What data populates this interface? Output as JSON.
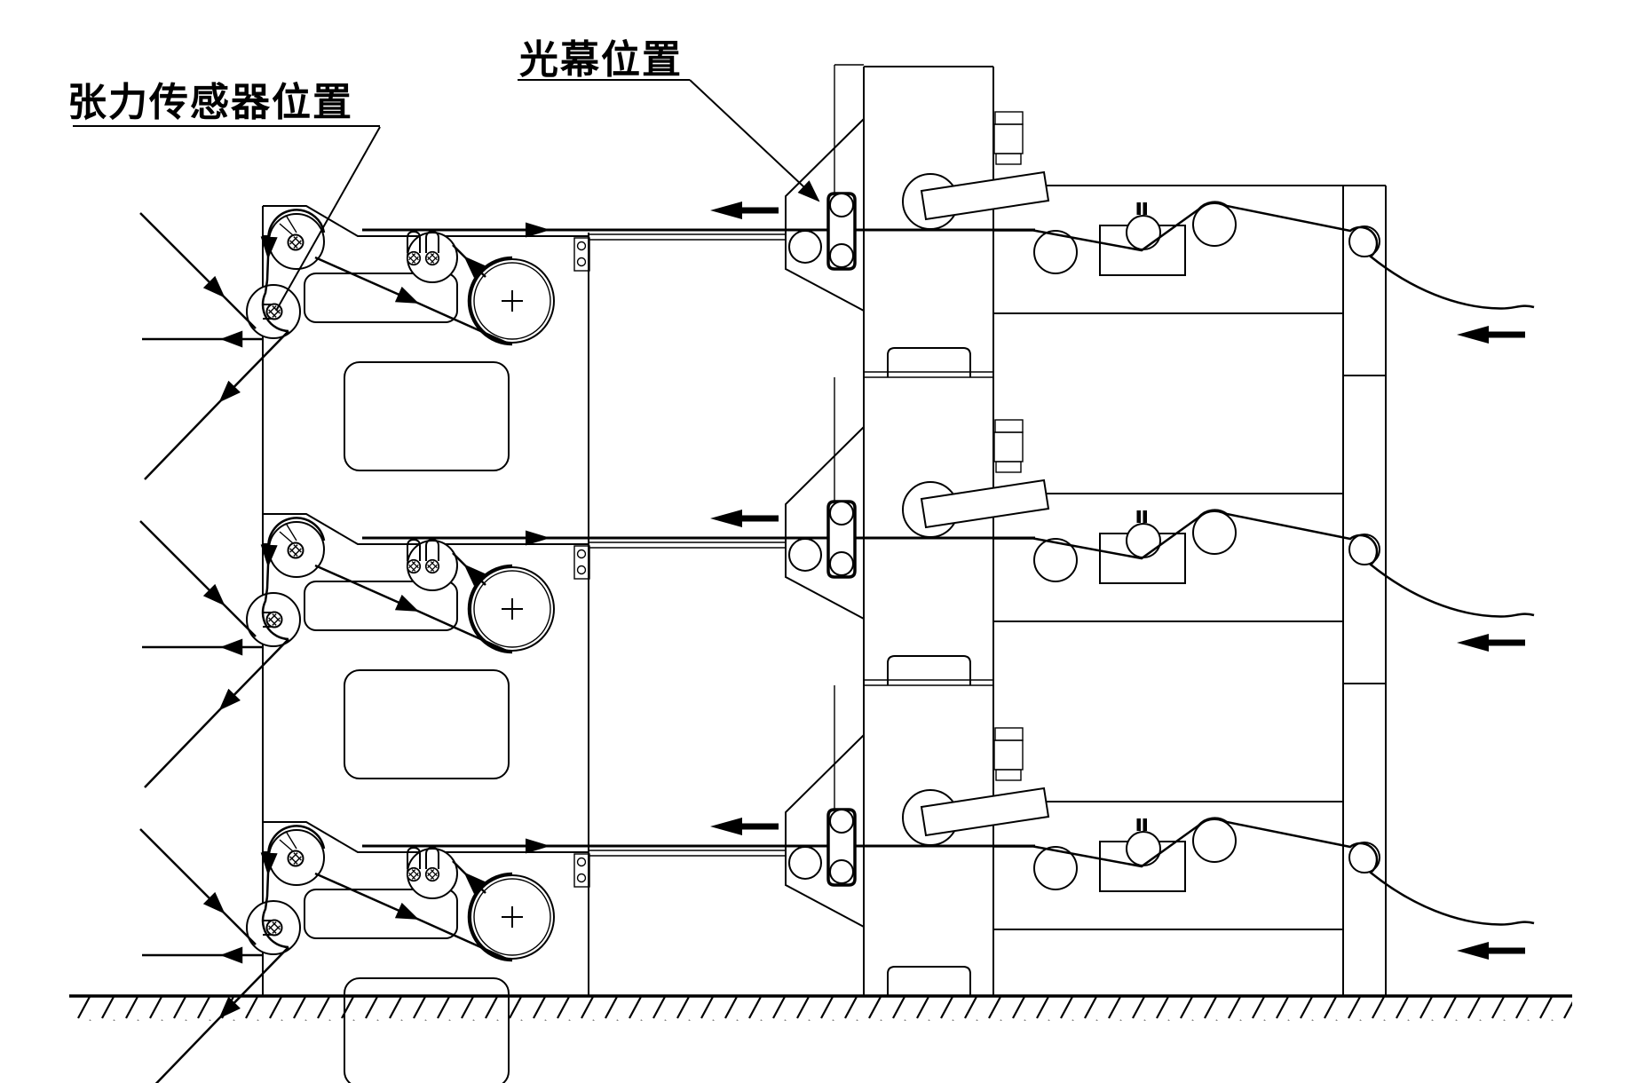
{
  "page": {
    "background": "#ffffff",
    "ink": "#000000",
    "type": "engineering-line-drawing"
  },
  "labels": {
    "tension_sensor": {
      "text": "张力传感器位置"
    },
    "light_curtain": {
      "text": "光幕位置"
    }
  },
  "machine": {
    "levels": 3,
    "level_names": [
      "upper-printing-unit",
      "middle-printing-unit",
      "lower-printing-unit"
    ],
    "components_per_level": [
      "tension-sensor-roller-top",
      "tension-sensor-roller-bottom",
      "double-sensor-roller-pair",
      "impression-drum",
      "light-curtain-sensor-pair",
      "guide-roller",
      "dancer-arm",
      "web-infeed-roller",
      "ink-box",
      "float-roller",
      "outfeed-roller",
      "frame-column-roller"
    ],
    "web_direction_arrows": "left",
    "ground": "hatched"
  }
}
